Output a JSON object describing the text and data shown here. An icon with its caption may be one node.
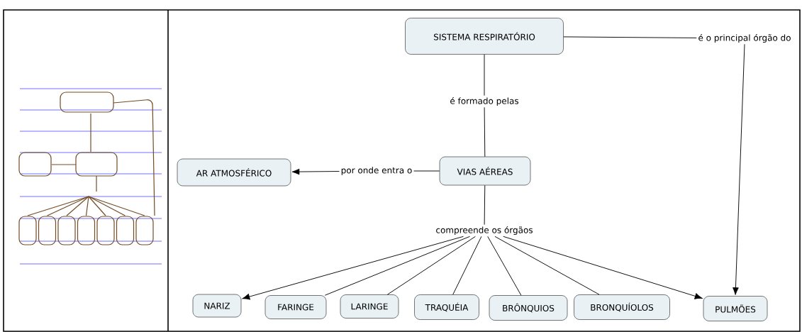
{
  "diagram": {
    "nodes": [
      {
        "text": [
          "SISTEMA RESPIRATÓRIO"
        ]
      },
      {
        "text": [
          "é o principal órgão do"
        ]
      },
      {
        "text": [
          "é formado pelas"
        ]
      },
      {
        "text": [
          "VIAS AÉREAS"
        ]
      },
      {
        "text": [
          "por onde entra o"
        ]
      },
      {
        "text": [
          "AR ATMOSFÉRICO"
        ]
      },
      {
        "text": [
          "compreende os órgãos"
        ]
      },
      {
        "text": [
          "NARIZ"
        ]
      },
      {
        "text": [
          "FARINGE"
        ]
      },
      {
        "text": [
          "LARINGE"
        ]
      },
      {
        "text": [
          "TRAQUÉIA"
        ]
      },
      {
        "text": [
          "BRÔNQUIOS"
        ]
      },
      {
        "text": [
          "BRONQUÍOLOS"
        ]
      },
      {
        "text": [
          "PULMÕES"
        ]
      }
    ],
    "edges": [
      {
        "from": 0,
        "to": 1,
        "arrow": "none"
      },
      {
        "from": 1,
        "to": 13,
        "arrow": "to"
      },
      {
        "from": 0,
        "to": 2,
        "arrow": "none"
      },
      {
        "from": 2,
        "to": 3,
        "arrow": "none"
      },
      {
        "from": 3,
        "to": 4,
        "arrow": "none"
      },
      {
        "from": 4,
        "to": 5,
        "arrow": "to"
      },
      {
        "from": 3,
        "to": 6,
        "arrow": "none"
      },
      {
        "from": 6,
        "to": 7,
        "arrow": "to"
      },
      {
        "from": 6,
        "to": 8,
        "arrow": "none"
      },
      {
        "from": 6,
        "to": 9,
        "arrow": "none"
      },
      {
        "from": 6,
        "to": 10,
        "arrow": "none"
      },
      {
        "from": 6,
        "to": 11,
        "arrow": "none"
      },
      {
        "from": 6,
        "to": 12,
        "arrow": "none"
      },
      {
        "from": 6,
        "to": 13,
        "arrow": "to"
      }
    ]
  }
}
